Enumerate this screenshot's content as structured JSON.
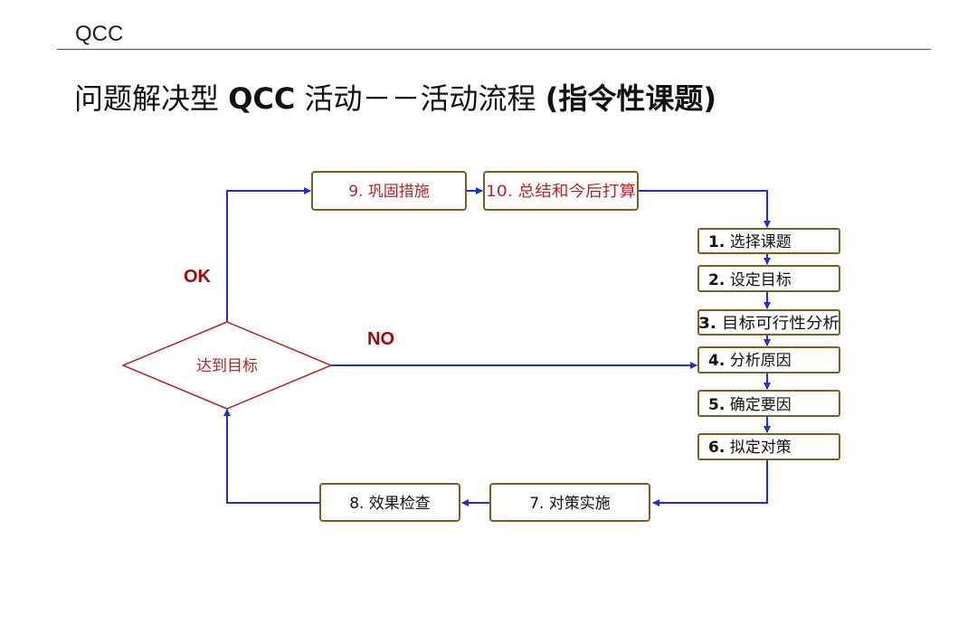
{
  "header": {
    "label": "QCC"
  },
  "title": {
    "part1": "问题解决型 ",
    "part2": "QCC",
    "part3": " 活动－－活动流程  ",
    "part4": "(指令性课题)"
  },
  "flow": {
    "step1": {
      "num": "1.",
      "text": " 选择课题"
    },
    "step2": {
      "num": "2.",
      "text": " 设定目标"
    },
    "step3": {
      "num": "3.",
      "text": " 目标可行性分析"
    },
    "step4": {
      "num": "4.",
      "text": " 分析原因"
    },
    "step5": {
      "num": "5.",
      "text": " 确定要因"
    },
    "step6": {
      "num": "6.",
      "text": " 拟定对策"
    },
    "step7": "7. 对策实施",
    "step8": "8. 效果检查",
    "step9": "9. 巩固措施",
    "step10": "10. 总结和今后打算",
    "decision": "达到目标",
    "ok_label": "OK",
    "no_label": "NO"
  },
  "colors": {
    "box_border": "#7a5f1e",
    "arrow": "#1f2fd0",
    "red_text": "#b0262b",
    "label_red": "#9b0a0a",
    "dark_text": "#111111"
  }
}
